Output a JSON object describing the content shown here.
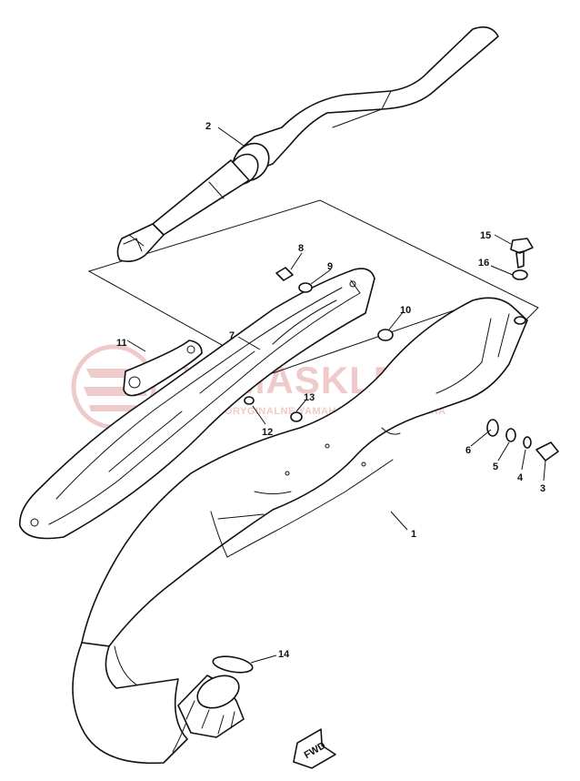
{
  "watermark": {
    "main_text": "YAMASKLEP.PL",
    "sub_text": "CZĘŚCI ORYGINALNE YAMAHA | DEALER YAMAHA",
    "color": "#e3a0a0"
  },
  "parts": [
    {
      "num": "1",
      "name": "muffler"
    },
    {
      "num": "2",
      "name": "tail-pipe"
    },
    {
      "num": "3",
      "name": "bolt"
    },
    {
      "num": "4",
      "name": "spring-washer"
    },
    {
      "num": "5",
      "name": "plain-washer"
    },
    {
      "num": "6",
      "name": "damper"
    },
    {
      "num": "7",
      "name": "protector"
    },
    {
      "num": "8",
      "name": "protector-screw"
    },
    {
      "num": "9",
      "name": "protector-washer"
    },
    {
      "num": "10",
      "name": "protector-spacer"
    },
    {
      "num": "11",
      "name": "protector-bracket"
    },
    {
      "num": "12",
      "name": "bracket-washer"
    },
    {
      "num": "13",
      "name": "bracket-nut"
    },
    {
      "num": "14",
      "name": "exhaust-gasket"
    },
    {
      "num": "15",
      "name": "mount-bolt"
    },
    {
      "num": "16",
      "name": "mount-washer"
    }
  ],
  "direction_marker": {
    "text": "FWD"
  },
  "colors": {
    "ink": "#111111",
    "paper": "#ffffff"
  }
}
